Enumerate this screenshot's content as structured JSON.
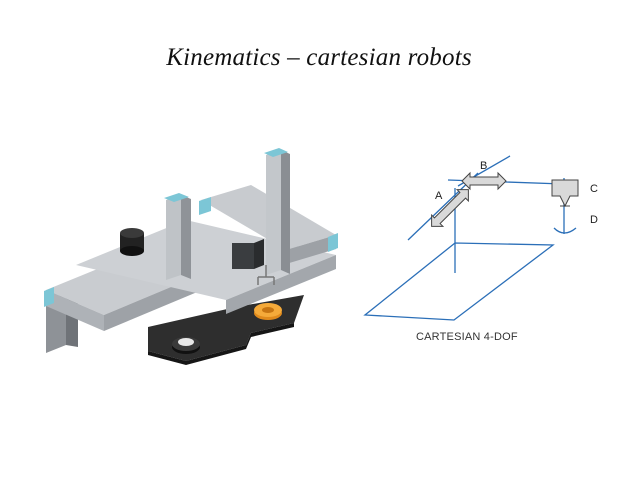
{
  "slide": {
    "title": "Kinematics – cartesian robots"
  },
  "diagram": {
    "labels": {
      "a": "A",
      "b": "B",
      "c": "C",
      "d": "D"
    },
    "caption": "CARTESIAN 4-DOF"
  },
  "colors": {
    "diagram_lines": "#2b6fb8",
    "aluminum": "#b8bcc2",
    "accent_cyan": "#7cc6d6",
    "base_plate": "#2a2a2a",
    "orange_gear": "#f0a030"
  },
  "icons": {
    "robot": "cartesian-gantry-robot-illustration",
    "arrows": "double-headed-arrow-icon",
    "gripper": "end-effector-icon"
  }
}
